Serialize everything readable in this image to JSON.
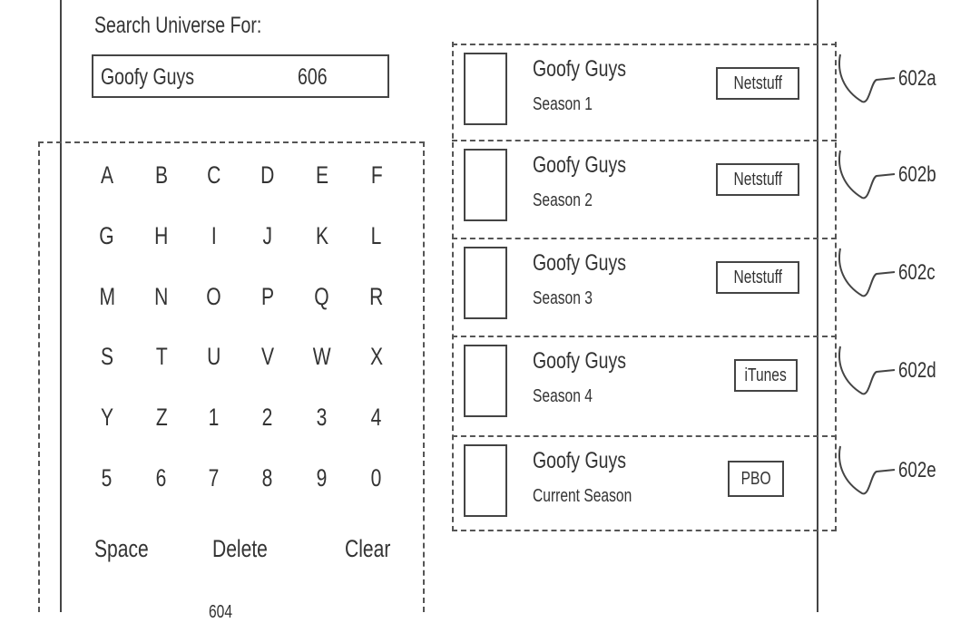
{
  "search": {
    "label": "Search Universe For:",
    "query": "Goofy Guys",
    "ref": "606"
  },
  "keyboard": {
    "rows": [
      [
        "A",
        "B",
        "C",
        "D",
        "E",
        "F"
      ],
      [
        "G",
        "H",
        "I",
        "J",
        "K",
        "L"
      ],
      [
        "M",
        "N",
        "O",
        "P",
        "Q",
        "R"
      ],
      [
        "S",
        "T",
        "U",
        "V",
        "W",
        "X"
      ],
      [
        "Y",
        "Z",
        "1",
        "2",
        "3",
        "4"
      ],
      [
        "5",
        "6",
        "7",
        "8",
        "9",
        "0"
      ]
    ],
    "space_label": "Space",
    "delete_label": "Delete",
    "clear_label": "Clear",
    "ref_partial": "604"
  },
  "results": [
    {
      "title": "Goofy Guys",
      "subtitle": "Season 1",
      "provider": "Netstuff",
      "ref": "602a"
    },
    {
      "title": "Goofy Guys",
      "subtitle": "Season 2",
      "provider": "Netstuff",
      "ref": "602b"
    },
    {
      "title": "Goofy Guys",
      "subtitle": "Season 3",
      "provider": "Netstuff",
      "ref": "602c"
    },
    {
      "title": "Goofy Guys",
      "subtitle": "Season 4",
      "provider": "iTunes",
      "ref": "602d"
    },
    {
      "title": "Goofy Guys",
      "subtitle": "Current Season",
      "provider": "PBO",
      "ref": "602e"
    }
  ]
}
